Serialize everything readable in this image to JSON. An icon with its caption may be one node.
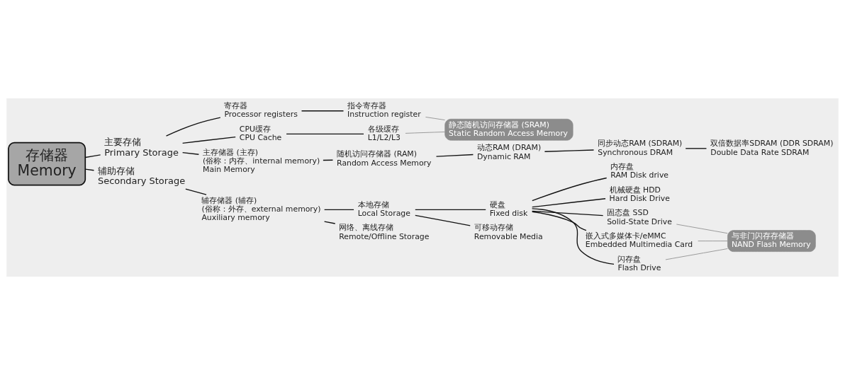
{
  "diagram": {
    "nodes": [
      {
        "text": [
          "存储器",
          "Memory"
        ]
      },
      {
        "text": [
          "主要存储",
          "Primary Storage"
        ]
      },
      {
        "text": [
          "辅助存储",
          "Secondary Storage"
        ]
      },
      {
        "text": [
          "寄存器",
          "Processor registers"
        ]
      },
      {
        "text": [
          "指令寄存器",
          "Instruction register"
        ]
      },
      {
        "text": [
          "CPU缓存",
          "CPU Cache"
        ]
      },
      {
        "text": [
          "各级缓存",
          "L1/L2/L3"
        ]
      },
      {
        "text": [
          "静态随机访问存储器 (SRAM)",
          "Static Random Access Memory"
        ]
      },
      {
        "text": [
          "主存储器 (主存)",
          "(俗称：内存、internal memory)",
          "Main Memory"
        ]
      },
      {
        "text": [
          "随机访问存储器 (RAM)",
          "Random Access Memory"
        ]
      },
      {
        "text": [
          "动态RAM (DRAM)",
          "Dynamic RAM"
        ]
      },
      {
        "text": [
          "同步动态RAM (SDRAM)",
          "Synchronous DRAM"
        ]
      },
      {
        "text": [
          "双倍数据率SDRAM (DDR SDRAM)",
          "Double Data Rate SDRAM"
        ]
      },
      {
        "text": [
          "辅存储器 (辅存)",
          "(俗称：外存、external memory)",
          "Auxiliary memory"
        ]
      },
      {
        "text": [
          "本地存储",
          "Local Storage"
        ]
      },
      {
        "text": [
          "网络、离线存储",
          "Remote/Offline Storage"
        ]
      },
      {
        "text": [
          "硬盘",
          "Fixed disk"
        ]
      },
      {
        "text": [
          "可移动存储",
          "Removable Media"
        ]
      },
      {
        "text": [
          "内存盘",
          "RAM Disk drive"
        ]
      },
      {
        "text": [
          "机械硬盘 HDD",
          "Hard Disk Drive"
        ]
      },
      {
        "text": [
          "固态盘 SSD",
          "Solid-State Drive"
        ]
      },
      {
        "text": [
          "嵌入式多媒体卡/eMMC",
          "Embedded Multimedia Card"
        ]
      },
      {
        "text": [
          "闪存盘",
          "Flash Drive"
        ]
      },
      {
        "text": [
          "与非门闪存存储器",
          "NAND Flash Memory"
        ]
      }
    ],
    "edges": [
      {
        "from": 0,
        "to": 1,
        "arrow": "none"
      },
      {
        "from": 0,
        "to": 2,
        "arrow": "none"
      },
      {
        "from": 1,
        "to": 3,
        "arrow": "none"
      },
      {
        "from": 1,
        "to": 5,
        "arrow": "none"
      },
      {
        "from": 1,
        "to": 8,
        "arrow": "none"
      },
      {
        "from": 3,
        "to": 4,
        "arrow": "none"
      },
      {
        "from": 5,
        "to": 6,
        "arrow": "none"
      },
      {
        "from": 4,
        "to": 7,
        "arrow": "none",
        "color": "#888888"
      },
      {
        "from": 6,
        "to": 7,
        "arrow": "none",
        "color": "#888888"
      },
      {
        "from": 8,
        "to": 9,
        "arrow": "none"
      },
      {
        "from": 9,
        "to": 10,
        "arrow": "none"
      },
      {
        "from": 10,
        "to": 11,
        "arrow": "none"
      },
      {
        "from": 11,
        "to": 12,
        "arrow": "none"
      },
      {
        "from": 2,
        "to": 13,
        "arrow": "none"
      },
      {
        "from": 13,
        "to": 14,
        "arrow": "none"
      },
      {
        "from": 13,
        "to": 15,
        "arrow": "none"
      },
      {
        "from": 14,
        "to": 16,
        "arrow": "none"
      },
      {
        "from": 14,
        "to": 17,
        "arrow": "none"
      },
      {
        "from": 16,
        "to": 18,
        "arrow": "none"
      },
      {
        "from": 16,
        "to": 19,
        "arrow": "none"
      },
      {
        "from": 16,
        "to": 20,
        "arrow": "none"
      },
      {
        "from": 16,
        "to": 21,
        "arrow": "none"
      },
      {
        "from": 16,
        "to": 22,
        "arrow": "none"
      },
      {
        "from": 20,
        "to": 23,
        "arrow": "none",
        "color": "#888888"
      },
      {
        "from": 21,
        "to": 23,
        "arrow": "none",
        "color": "#888888"
      },
      {
        "from": 22,
        "to": 23,
        "arrow": "none",
        "color": "#888888"
      }
    ]
  }
}
